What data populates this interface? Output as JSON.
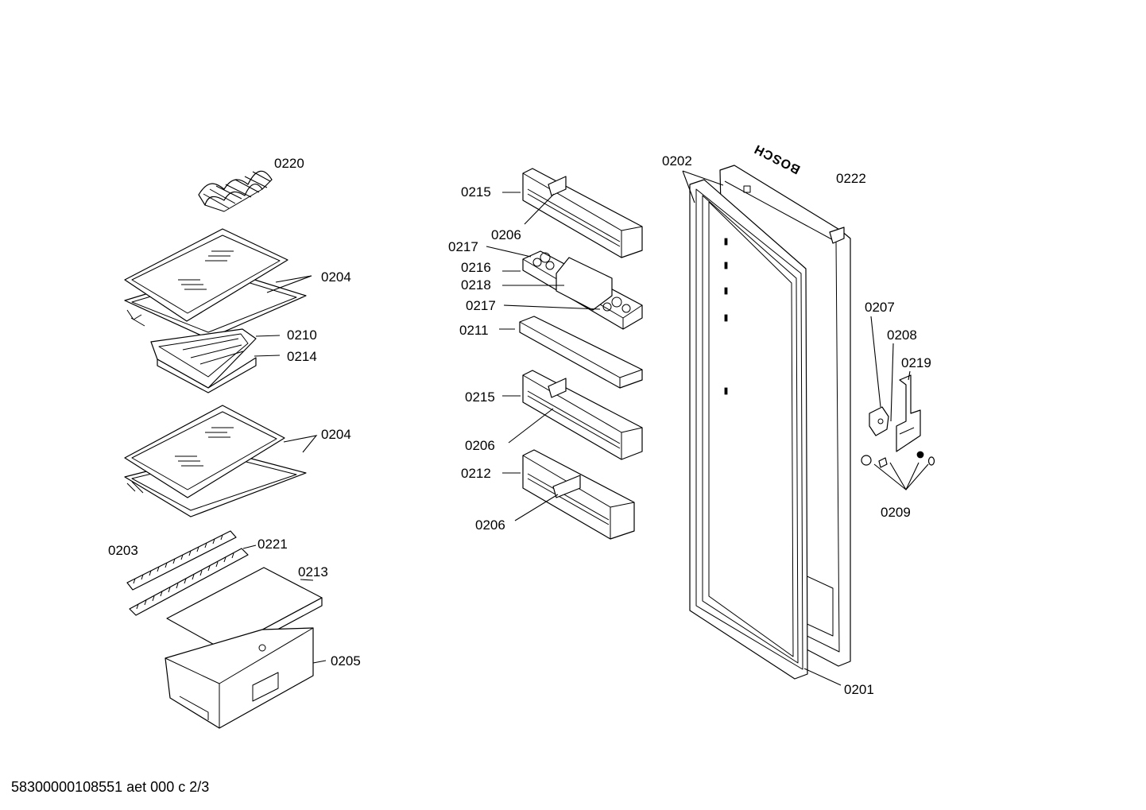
{
  "brand": "BOSCH",
  "footer": "58300000108551 aet 000 c 2/3",
  "labels": {
    "l0220": "0220",
    "l0204a": "0204",
    "l0210": "0210",
    "l0214": "0214",
    "l0204b": "0204",
    "l0203": "0203",
    "l0221": "0221",
    "l0213": "0213",
    "l0205": "0205",
    "l0215a": "0215",
    "l0206a": "0206",
    "l0217a": "0217",
    "l0216": "0216",
    "l0218": "0218",
    "l0217b": "0217",
    "l0211": "0211",
    "l0215b": "0215",
    "l0206b": "0206",
    "l0212": "0212",
    "l0206c": "0206",
    "l0202": "0202",
    "l0222": "0222",
    "l0207": "0207",
    "l0208": "0208",
    "l0219": "0219",
    "l0209": "0209",
    "l0201": "0201"
  }
}
